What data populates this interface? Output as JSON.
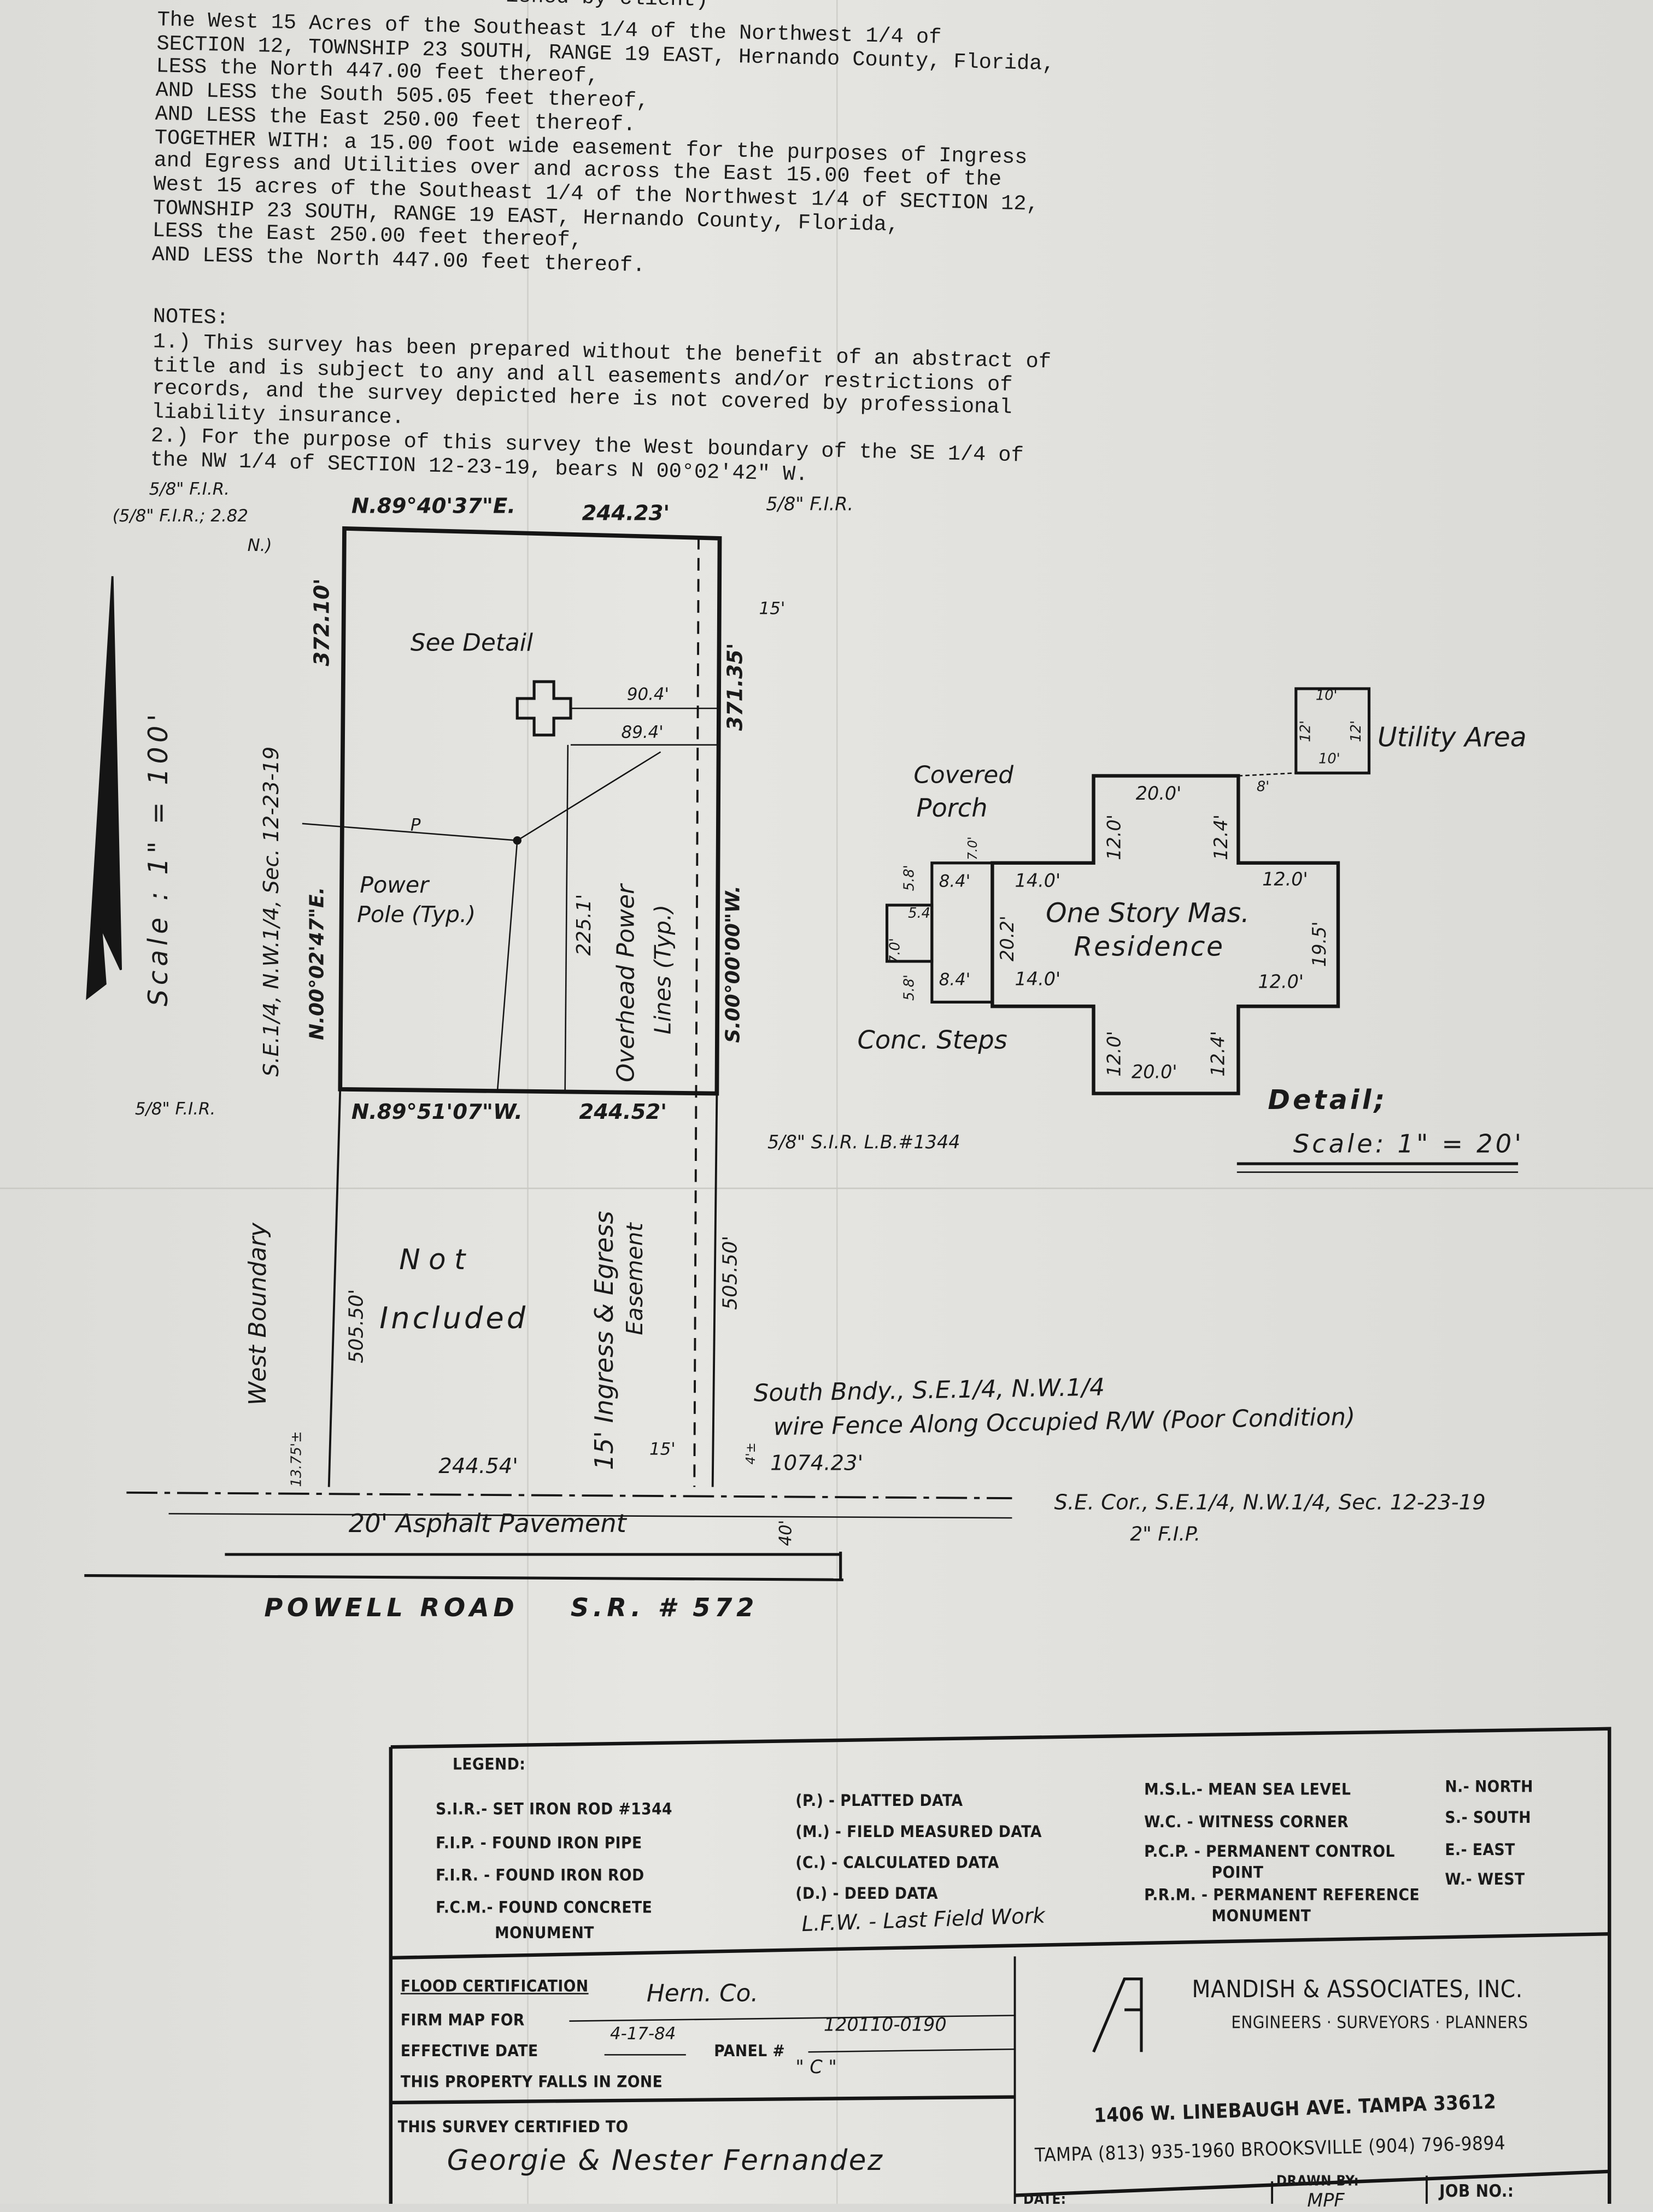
{
  "legal_description": {
    "header_fragment": "ished by client)",
    "lines": [
      "The West 15 Acres of the Southeast 1/4 of the Northwest 1/4 of",
      "SECTION 12, TOWNSHIP 23 SOUTH, RANGE 19 EAST, Hernando County, Florida,",
      "LESS the North 447.00 feet thereof,",
      "AND LESS the South 505.05 feet thereof,",
      "AND LESS the East 250.00 feet thereof.",
      "TOGETHER WITH: a 15.00 foot wide easement for the purposes of Ingress",
      "and Egress and Utilities over and across the East 15.00 feet of the",
      "West 15 acres of the Southeast 1/4 of the Northwest 1/4 of SECTION 12,",
      "TOWNSHIP 23 SOUTH, RANGE 19 EAST, Hernando County, Florida,",
      "LESS the East 250.00 feet thereof,",
      "AND LESS the North 447.00 feet thereof."
    ]
  },
  "notes": {
    "title": "NOTES:",
    "lines": [
      "1.) This survey has been prepared without the benefit of an abstract of",
      "title and is subject to any and all easements and/or restrictions of",
      "records, and the survey depicted here is not covered by professional",
      "liability insurance.",
      "2.) For the purpose of this survey the West boundary of the SE 1/4 of",
      "the NW 1/4 of SECTION 12-23-19, bears N 00°02'42\" W."
    ]
  },
  "plat": {
    "nw_fir": "5/8\" F.I.R.",
    "nw_fir_offset": "(5/8\" F.I.R.; 2.82",
    "nw_fir_offset2": "N.)",
    "north_bearing": "N.89°40'37\"E.",
    "north_distance": "244.23'",
    "ne_fir": "5/8\" F.I.R.",
    "east_offset": "15'",
    "west_distance": "372.10'",
    "west_bearing": "N.00°02'47\"E.",
    "east_distance": "371.35'",
    "east_bearing": "S.00°00'00\"W.",
    "see_detail": "See Detail",
    "dist_904": "90.4'",
    "dist_894": "89.4'",
    "power_pole": "Power",
    "power_pole2": "Pole (Typ.)",
    "p_mark": "P",
    "dist_2251": "225.1'",
    "overhead_lines": "Overhead Power",
    "overhead_lines2": "Lines (Typ.)",
    "sw_fir": "5/8\" F.I.R.",
    "south_bearing": "N.89°51'07\"W.",
    "south_distance": "244.52'",
    "se_sir": "5/8\" S.I.R. L.B.#1344",
    "section_label": "S.E.1/4, N.W.1/4, Sec. 12-23-19",
    "west_boundary": "West Boundary",
    "not_included": "Not",
    "not_included2": "Included",
    "dist_50550_w": "505.50'",
    "dist_50550_e": "505.50'",
    "easement": "15' Ingress & Egress",
    "easement2": "Easement",
    "dist_1375": "13.75'±",
    "dist_24454": "244.54'",
    "dist_15": "15'",
    "dist_4": "4'±",
    "south_bndy": "South Bndy., S.E.1/4, N.W.1/4",
    "wire_fence": "wire Fence Along Occupied R/W (Poor Condition)",
    "dist_107423": "1074.23'",
    "se_cor": "S.E. Cor., S.E.1/4, N.W.1/4, Sec. 12-23-19",
    "se_cor2": "2\" F.I.P.",
    "pavement": "20' Asphalt Pavement",
    "row_40": "40'",
    "road": "POWELL ROAD    S.R. # 572",
    "scale": "Scale : 1\" = 100'"
  },
  "detail": {
    "covered_porch": "Covered",
    "covered_porch2": "Porch",
    "residence": "One Story Mas.",
    "residence2": "Residence",
    "utility_area": "Utility Area",
    "conc_steps": "Conc. Steps",
    "title": "Detail;",
    "scale": "Scale: 1\" = 20'",
    "dims": {
      "top": "20.0'",
      "bottom": "20.0'",
      "top_l": "12.0'",
      "top_r": "12.4'",
      "bot_l": "12.0'",
      "bot_r": "12.4'",
      "left_top": "14.0'",
      "left_bot": "14.0'",
      "right_top": "12.0'",
      "right_bot": "12.0'",
      "left": "20.2'",
      "right": "19.5'",
      "porch_top": "8.4'",
      "porch_bot": "8.4'",
      "porch_7": "7.0'",
      "steps_58a": "5.8'",
      "steps_58b": "5.8'",
      "steps_54": "5.4'",
      "steps_70": "7.0'",
      "util_top": "10'",
      "util_bot": "10'",
      "util_l": "12'",
      "util_r": "12'",
      "util_gap": "8'"
    }
  },
  "legend": {
    "title": "LEGEND:",
    "col1": [
      "S.I.R.- SET IRON ROD #1344",
      "F.I.P. - FOUND IRON PIPE",
      "F.I.R. - FOUND IRON ROD",
      "F.C.M.- FOUND CONCRETE",
      "MONUMENT"
    ],
    "col2": [
      "(P.) - PLATTED DATA",
      "(M.) - FIELD MEASURED DATA",
      "(C.) - CALCULATED DATA",
      "(D.) - DEED DATA"
    ],
    "lfw": "L.F.W. - Last Field Work",
    "col3": [
      "M.S.L.- MEAN SEA LEVEL",
      "W.C. - WITNESS CORNER",
      "P.C.P. - PERMANENT CONTROL",
      "POINT",
      "P.R.M. - PERMANENT REFERENCE",
      "MONUMENT"
    ],
    "col4": [
      "N.- NORTH",
      "S.- SOUTH",
      "E.- EAST",
      "W.- WEST"
    ]
  },
  "flood": {
    "title": "FLOOD CERTIFICATION",
    "firm_label": "FIRM MAP FOR",
    "firm_value": "Hern. Co.",
    "date_label": "EFFECTIVE DATE",
    "date_value": "4-17-84",
    "panel_label": "PANEL #",
    "panel_value": "120110-0190",
    "zone_label": "THIS PROPERTY FALLS IN ZONE",
    "zone_value": "\" C \""
  },
  "certified": {
    "label": "THIS SURVEY CERTIFIED TO",
    "name": "Georgie & Nester Fernandez"
  },
  "company": {
    "name": "MANDISH & ASSOCIATES, INC.",
    "tagline": "ENGINEERS · SURVEYORS · PLANNERS",
    "address": "1406 W. LINEBAUGH AVE. TAMPA 33612",
    "phones": "TAMPA (813) 935-1960  BROOKSVILLE (904) 796-9894",
    "date_label": "DATE:",
    "drawn_label": "DRAWN BY:",
    "drawn_value": "MPF",
    "job_label": "JOB NO.:"
  }
}
